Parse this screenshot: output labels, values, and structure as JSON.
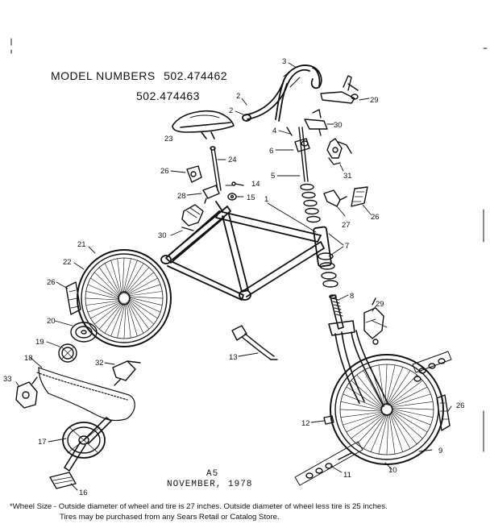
{
  "header": {
    "model_label": "MODEL NUMBERS",
    "model_1": "502.474462",
    "model_2": "502.474463"
  },
  "page_code": "A5",
  "date": "NOVEMBER, 1978",
  "footnote": {
    "line1": "*Wheel Size - Outside diameter of wheel and tire is 27 inches. Outside diameter of wheel less tire is 25 inches.",
    "line2": "Tires may be purchased from any Sears Retail or Catalog Store."
  },
  "part_numbers": [
    "1",
    "2",
    "2",
    "3",
    "4",
    "5",
    "6",
    "7",
    "8",
    "9",
    "10",
    "11",
    "12",
    "13",
    "14",
    "15",
    "16",
    "17",
    "18",
    "19",
    "20",
    "21",
    "22",
    "23",
    "24",
    "26",
    "26",
    "26",
    "26",
    "27",
    "28",
    "29",
    "29",
    "30",
    "30",
    "31",
    "32",
    "33"
  ],
  "colors": {
    "ink": "#111111",
    "paper": "#ffffff"
  }
}
